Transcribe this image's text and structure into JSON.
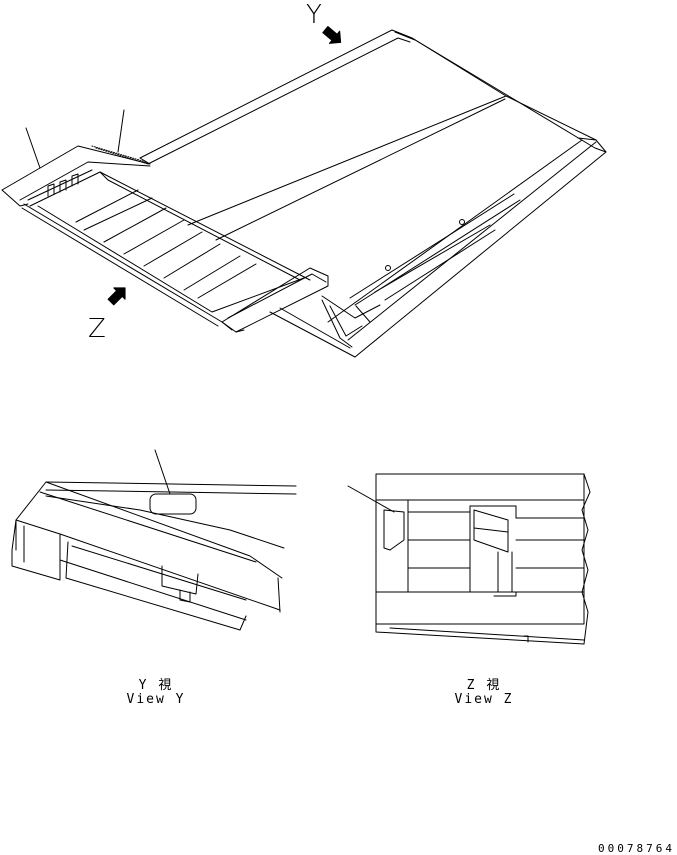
{
  "labels": {
    "view_y_marker": "Y",
    "view_z_marker": "Z",
    "view_y_jp": "Y 視",
    "view_y_en": "View Y",
    "view_z_jp": "Z 視",
    "view_z_en": "View Z",
    "doc_number": "00078764"
  },
  "colors": {
    "line": "#000000",
    "background": "#ffffff"
  }
}
